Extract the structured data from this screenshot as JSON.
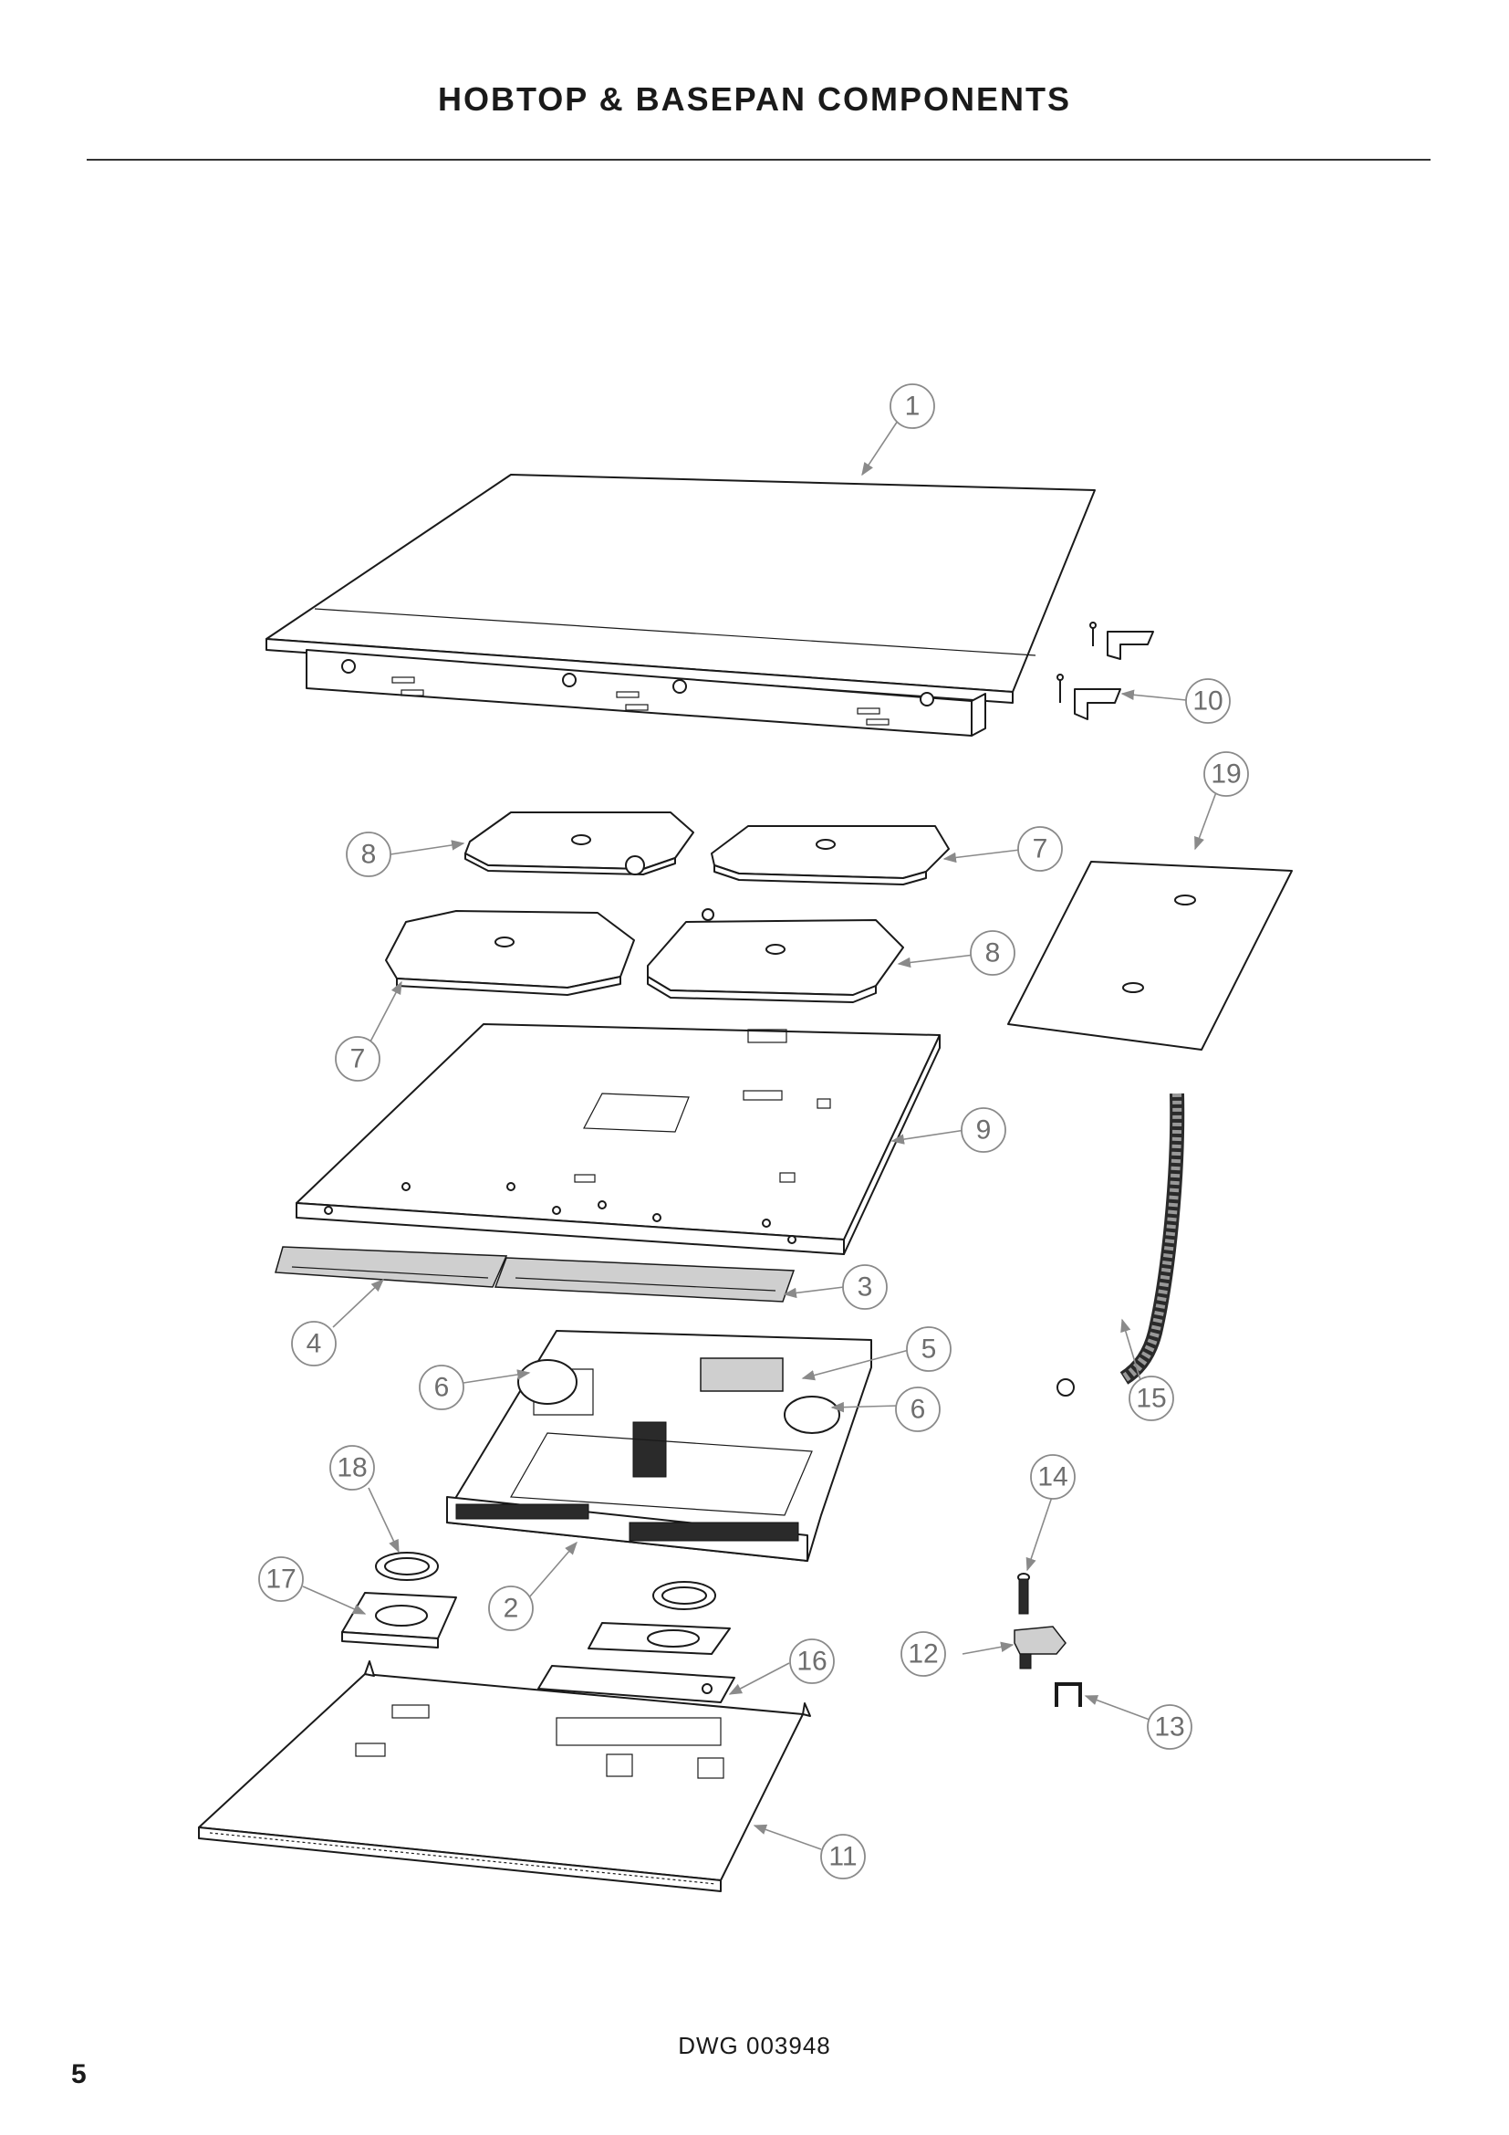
{
  "header": {
    "title": "HOBTOP & BASEPAN COMPONENTS"
  },
  "footer": {
    "drawing_number": "DWG 003948",
    "page_number": "5"
  },
  "callouts": [
    "1",
    "10",
    "19",
    "8",
    "7",
    "8",
    "7",
    "9",
    "3",
    "4",
    "5",
    "6",
    "6",
    "18",
    "14",
    "17",
    "2",
    "16",
    "12",
    "13",
    "15",
    "11"
  ]
}
